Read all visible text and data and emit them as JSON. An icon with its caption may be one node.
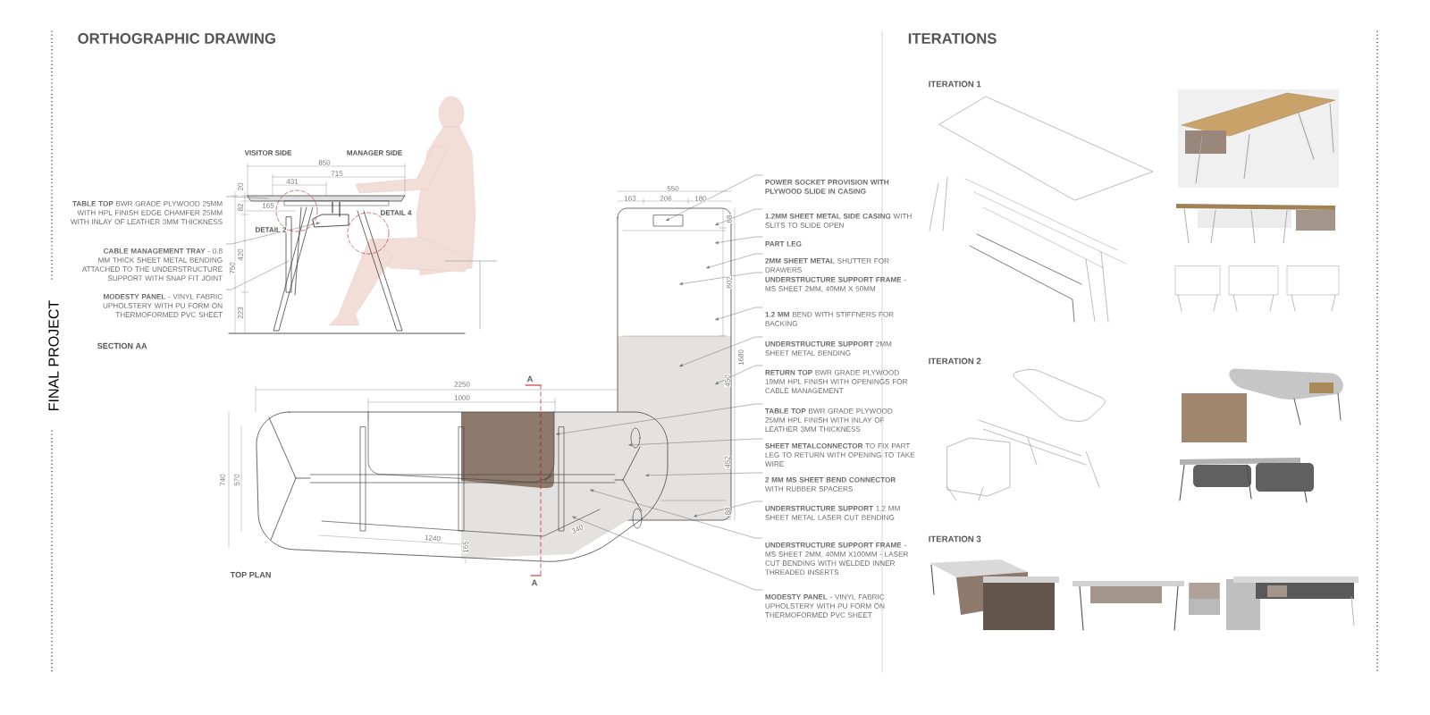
{
  "diagram": {
    "title": "FINAL PROJECT",
    "nodes": [
      {
        "text": [
          "**TABLE TOP** BWR GRADE PLYWOOD 25MM WITH HPL FINISH EDGE CHAMFER 25MM WITH INLAY OF LEATHER 3MM THICKNESS"
        ]
      },
      {
        "text": [
          "**CABLE MANAGEMENT TRAY** - 0.8 MM THICK SHEET METAL BENDING ATTACHED TO THE UNDERSTRUCTURE SUPPORT WITH SNAP FIT JOINT"
        ]
      },
      {
        "text": [
          "**MODESTY PANEL** - VINYL FABRIC UPHOLSTERY WITH PU FORM ON THERMOFORMED PVC SHEET"
        ]
      },
      {
        "text": [
          "**POWER SOCKET PROVISION WITH PLYWOOD SLIDE IN CASING**"
        ]
      },
      {
        "text": [
          "**1.2MM SHEET METAL SIDE CASING** WITH SLITS TO SLIDE OPEN"
        ]
      },
      {
        "text": [
          "**PART LEG**"
        ]
      },
      {
        "text": [
          "**2MM SHEET METAL** SHUTTER FOR DRAWERS"
        ]
      },
      {
        "text": [
          "**UNDERSTRUCTURE SUPPORT FRAME** - MS SHEET 2MM, 40MM X 50MM"
        ]
      },
      {
        "text": [
          "**1.2 MM** BEND WITH STIFFNERS FOR BACKING"
        ]
      },
      {
        "text": [
          "**UNDERSTRUCTURE SUPPORT** 2MM SHEET METAL BENDING"
        ]
      },
      {
        "text": [
          "**RETURN TOP** BWR GRADE PLYWOOD 19MM HPL FINISH WITH OPENINGS FOR CABLE MANAGEMENT"
        ]
      },
      {
        "text": [
          "**TABLE TOP** BWR GRADE PLYWOOD 25MM HPL FINISH WITH INLAY OF LEATHER 3MM THICKNESS"
        ]
      },
      {
        "text": [
          "**SHEET METALCONNECTOR** TO FIX PART LEG TO RETURN WITH OPENING TO TAKE WIRE"
        ]
      },
      {
        "text": [
          "**2 MM MS SHEET BEND CONNECTOR** WITH RUBBER SPACERS"
        ]
      },
      {
        "text": [
          "**UNDERSTRUCTURE SUPPORT** 1.2 MM SHEET METAL LASER CUT BENDING"
        ]
      },
      {
        "text": [
          "**UNDERSTRUCTURE SUPPORT FRAME** - MS SHEET 2MM, 40MM X100MM - LASER CUT BENDING WITH WELDED INNER THREADED INSERTS"
        ]
      },
      {
        "text": [
          "**MODESTY PANEL** - VINYL FABRIC UPHOLSTERY WITH PU FORM ON THERMOFORMED PVC SHEET"
        ]
      },
      {
        "text": [],
        "shape": "picture"
      },
      {
        "text": [],
        "shape": "picture"
      },
      {
        "text": [],
        "shape": "picture"
      }
    ],
    "edges": [
      {
        "from": 0,
        "to": 17,
        "arrow": "none"
      },
      {
        "from": 1,
        "to": 17,
        "arrow": "to"
      },
      {
        "from": 2,
        "to": 17,
        "arrow": "none"
      },
      {
        "from": 3,
        "to": 18,
        "arrow": "to"
      },
      {
        "from": 4,
        "to": 18,
        "arrow": "to"
      },
      {
        "from": 5,
        "to": 18,
        "arrow": "to"
      },
      {
        "from": 6,
        "to": 18,
        "arrow": "to"
      },
      {
        "from": 7,
        "to": 18,
        "arrow": "to"
      },
      {
        "from": 8,
        "to": 18,
        "arrow": "to"
      },
      {
        "from": 9,
        "to": 18,
        "arrow": "to"
      },
      {
        "from": 10,
        "to": 18,
        "arrow": "to"
      },
      {
        "from": 11,
        "to": 19,
        "arrow": "to"
      },
      {
        "from": 12,
        "to": 19,
        "arrow": "to"
      },
      {
        "from": 13,
        "to": 19,
        "arrow": "to"
      },
      {
        "from": 14,
        "to": 18,
        "arrow": "to"
      },
      {
        "from": 15,
        "to": 19,
        "arrow": "to"
      },
      {
        "from": 16,
        "to": 19,
        "arrow": "to"
      }
    ],
    "labels": [
      "ORTHOGRAPHIC DRAWING",
      "ITERATIONS",
      "VISITOR  SIDE",
      "MANAGER SIDE",
      "850",
      "715",
      "431",
      "165",
      "20",
      "82",
      "420",
      "750",
      "223",
      "DETAIL 2",
      "DETAIL 4",
      "SECTION AA",
      "550",
      "163",
      "206",
      "180",
      "88",
      "602",
      "1680",
      "450",
      "452",
      "88",
      "A",
      "2250",
      "1000",
      "740",
      "570",
      "1240",
      "340",
      "165",
      "A",
      "TOP PLAN",
      "ITERATION 1",
      "ITERATION 2",
      "ITERATION 3"
    ]
  }
}
